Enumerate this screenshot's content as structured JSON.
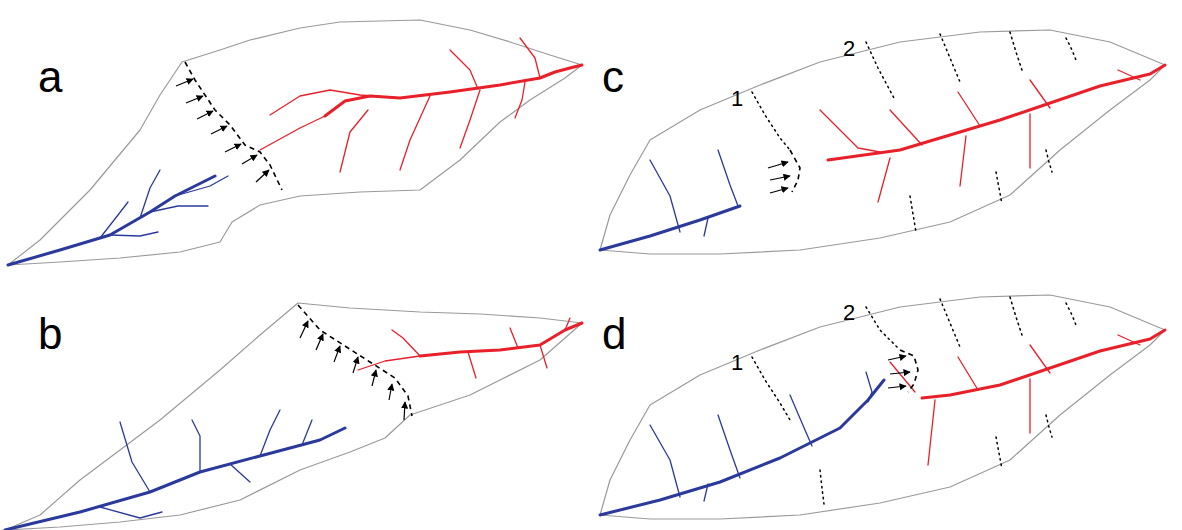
{
  "diagram": {
    "labels": [
      "a",
      "b",
      "c",
      "d",
      "1",
      "2",
      "1",
      "2"
    ]
  }
}
